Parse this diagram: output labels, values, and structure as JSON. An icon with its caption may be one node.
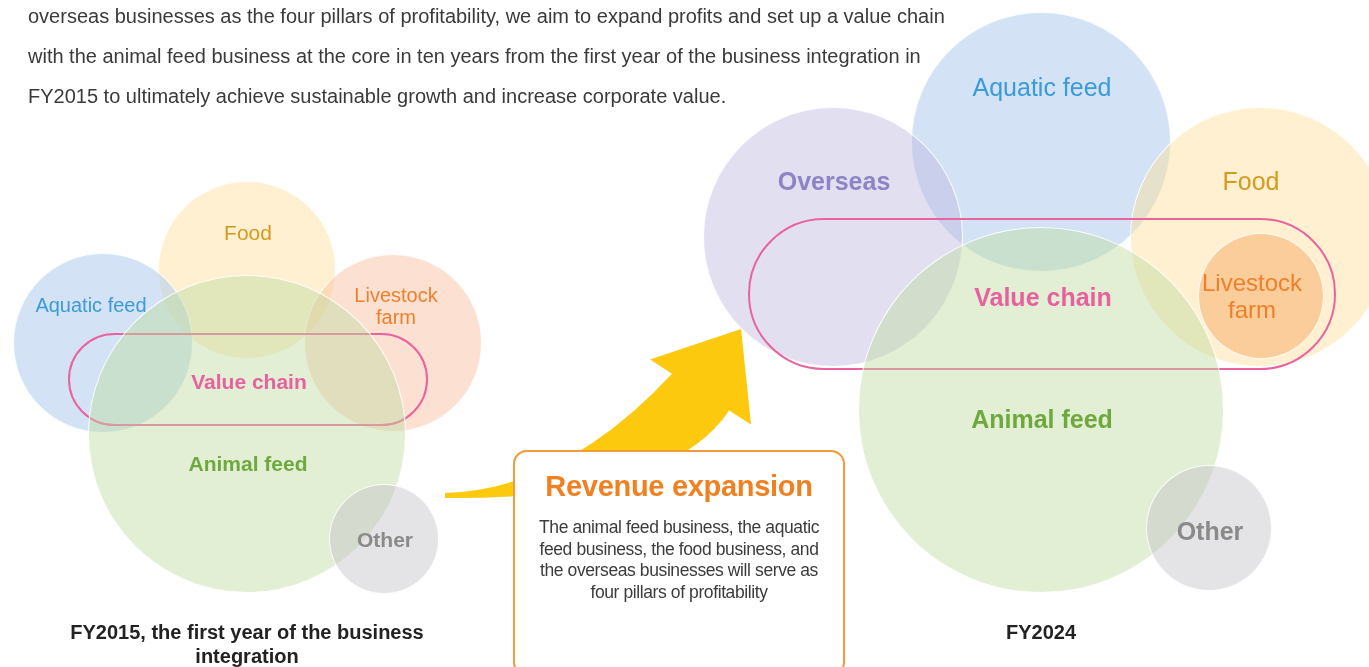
{
  "diagram": {
    "nodes": [
      {
        "text": [
          "Food"
        ]
      },
      {
        "text": [
          "Aquatic feed"
        ]
      },
      {
        "text": [
          "Livestock farm"
        ]
      },
      {
        "text": [
          "Value chain"
        ]
      },
      {
        "text": [
          "Animal feed"
        ]
      },
      {
        "text": [
          "Other"
        ]
      },
      {
        "text": [
          "Revenue expansion",
          "The animal feed business, the aquatic feed business, the food business, and the overseas businesses will serve as four pillars of profitability"
        ]
      },
      {
        "text": [
          "Aquatic feed"
        ]
      },
      {
        "text": [
          "Overseas"
        ]
      },
      {
        "text": [
          "Food"
        ]
      },
      {
        "text": [
          "Value chain"
        ]
      },
      {
        "text": [
          "Livestock farm"
        ]
      },
      {
        "text": [
          "Animal feed"
        ]
      },
      {
        "text": [
          "Other"
        ]
      }
    ],
    "edges": [
      {
        "from": null,
        "to": 8,
        "arrow": "to",
        "style": "thick",
        "color": "#fdc90f"
      }
    ],
    "labels": [
      "overseas businesses as the four pillars of profitability, we aim to expand profits and set up a value chain with the animal feed business at the core in ten years from the first year of the business integration in FY2015 to ultimately achieve sustainable growth and increase corporate value.",
      "FY2015, the first year of the business integration",
      "FY2024"
    ]
  }
}
